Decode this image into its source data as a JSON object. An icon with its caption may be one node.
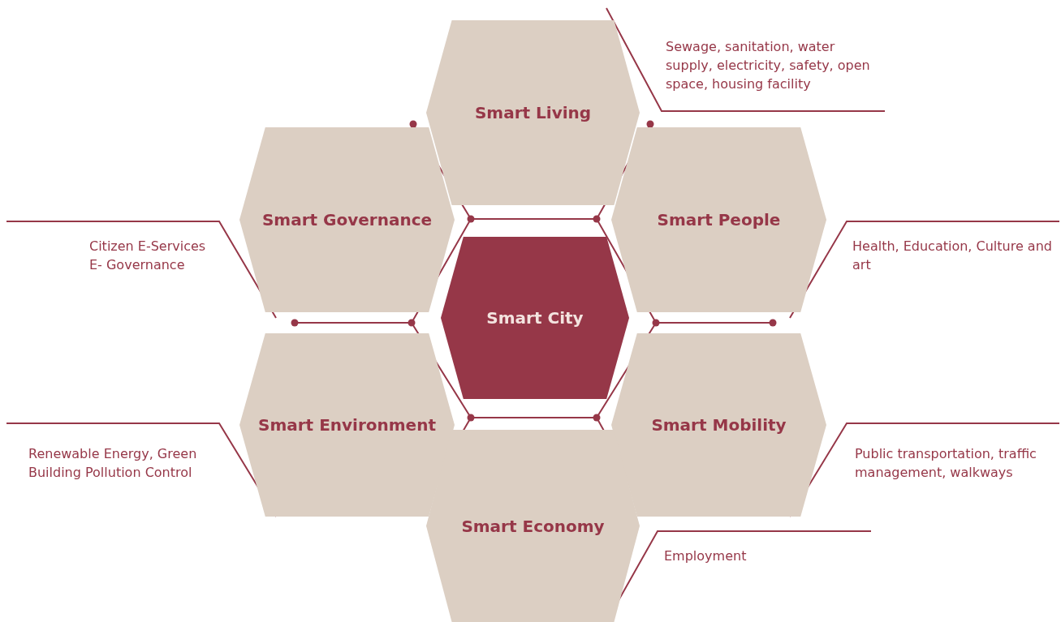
{
  "diagram": {
    "nodes": [
      {
        "text": [
          "Smart Living"
        ],
        "beside": [
          "Sewage, sanitation, water supply, electricity, safety, open space, housing facility"
        ]
      },
      {
        "text": [
          "Smart Governance"
        ],
        "beside": [
          "Citizen E-Services",
          "E- Governance"
        ]
      },
      {
        "text": [
          "Smart People"
        ],
        "beside": [
          "Health, Education, Culture and art"
        ]
      },
      {
        "text": [
          "Smart City"
        ]
      },
      {
        "text": [
          "Smart Environment"
        ],
        "beside": [
          "Renewable Energy, Green Building Pollution Control"
        ]
      },
      {
        "text": [
          "Smart Mobility"
        ],
        "beside": [
          "Public transportation, traffic management, walkways"
        ]
      },
      {
        "text": [
          "Smart Economy"
        ],
        "beside": [
          "Employment"
        ]
      }
    ]
  }
}
